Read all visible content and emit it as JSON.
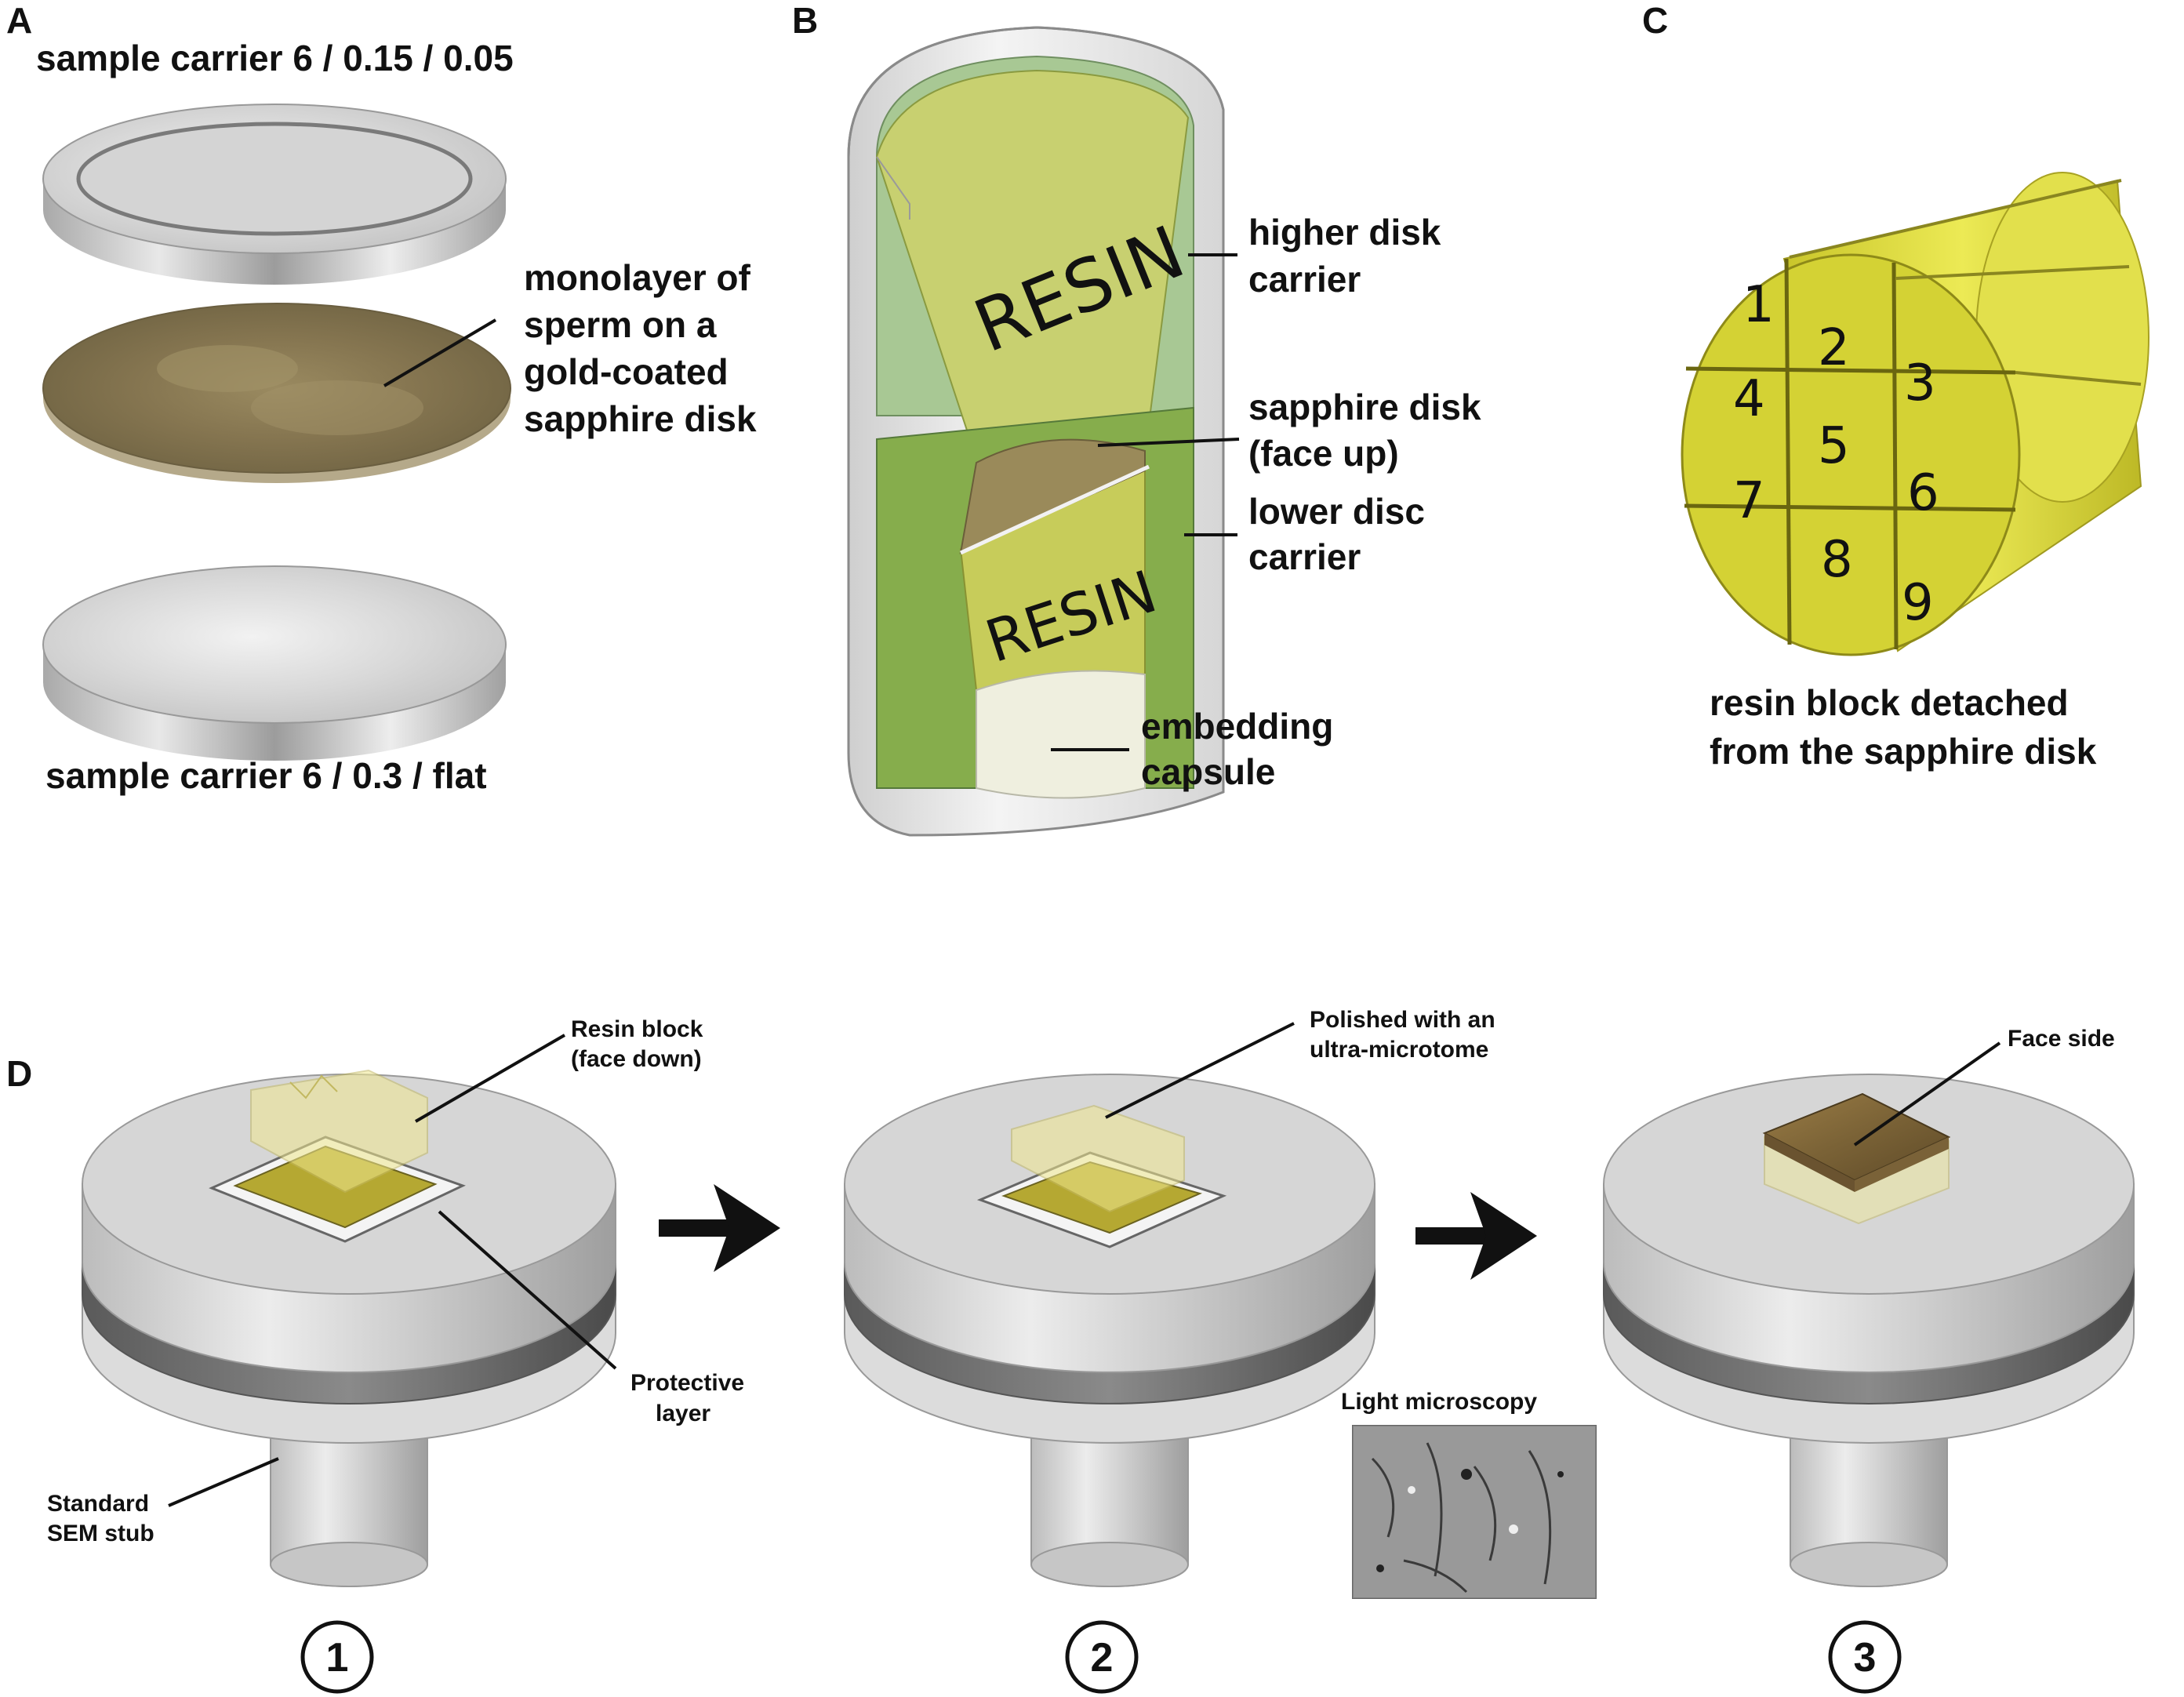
{
  "panels": {
    "a": {
      "letter": "A",
      "top_carrier": "sample carrier 6 / 0.15 / 0.05",
      "middle_label": [
        "monolayer of",
        "sperm  on  a",
        "gold-coated",
        "sapphire disk"
      ],
      "bottom_carrier": "sample carrier 6 / 0.3 / flat"
    },
    "b": {
      "letter": "B",
      "resin_upper": "RESIN",
      "resin_lower": "RESIN",
      "higher_carrier": [
        "higher disk",
        "carrier"
      ],
      "sapphire": [
        "sapphire disk",
        "(face up)"
      ],
      "lower_carrier": [
        "lower disc",
        "carrier"
      ],
      "capsule": [
        "embedding",
        "capsule"
      ]
    },
    "c": {
      "letter": "C",
      "segments": [
        "1",
        "2",
        "3",
        "4",
        "5",
        "6",
        "7",
        "8",
        "9"
      ],
      "caption": [
        "resin block detached",
        "from the sapphire disk"
      ]
    },
    "d": {
      "letter": "D",
      "resin_block": [
        "Resin block",
        "(face down)"
      ],
      "protective": [
        "Protective",
        "layer"
      ],
      "stub": [
        "Standard",
        "SEM stub"
      ],
      "polished": [
        "Polished with an",
        "ultra-microtome"
      ],
      "face_side": "Face side",
      "light_microscopy": "Light microscopy",
      "steps": [
        "1",
        "2",
        "3"
      ]
    }
  },
  "colors": {
    "resin_yellow": "#d8d640",
    "resin_green": "#7aa84a",
    "sapphire_brown": "#8a7a52",
    "metal_grey": "#d9d9d9",
    "capsule_white": "#ececec"
  }
}
